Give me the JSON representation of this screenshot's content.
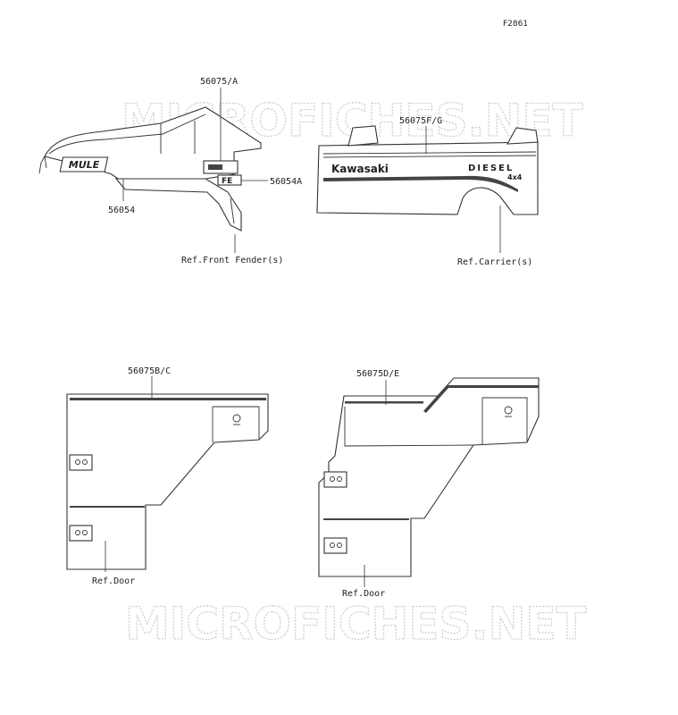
{
  "figure_id": "F2861",
  "watermark": "MICROFICHES.NET",
  "callouts": {
    "p56075A": "56075/A",
    "p56054": "56054",
    "p56054A": "56054A",
    "p56075FG": "56075F/G",
    "p56075BC": "56075B/C",
    "p56075DE": "56075D/E",
    "ref_front_fender": "Ref.Front Fender(s)",
    "ref_carrier": "Ref.Carrier(s)",
    "ref_door_left": "Ref.Door",
    "ref_door_right": "Ref.Door"
  },
  "decal_text": {
    "mule": "MULE",
    "kawasaki": "Kawasaki",
    "diesel": "DIESEL",
    "four_by_four": "4x4",
    "fe": "FE"
  },
  "colors": {
    "line": "#333333",
    "band": "#444444",
    "watermark": "#cfcfcf"
  }
}
